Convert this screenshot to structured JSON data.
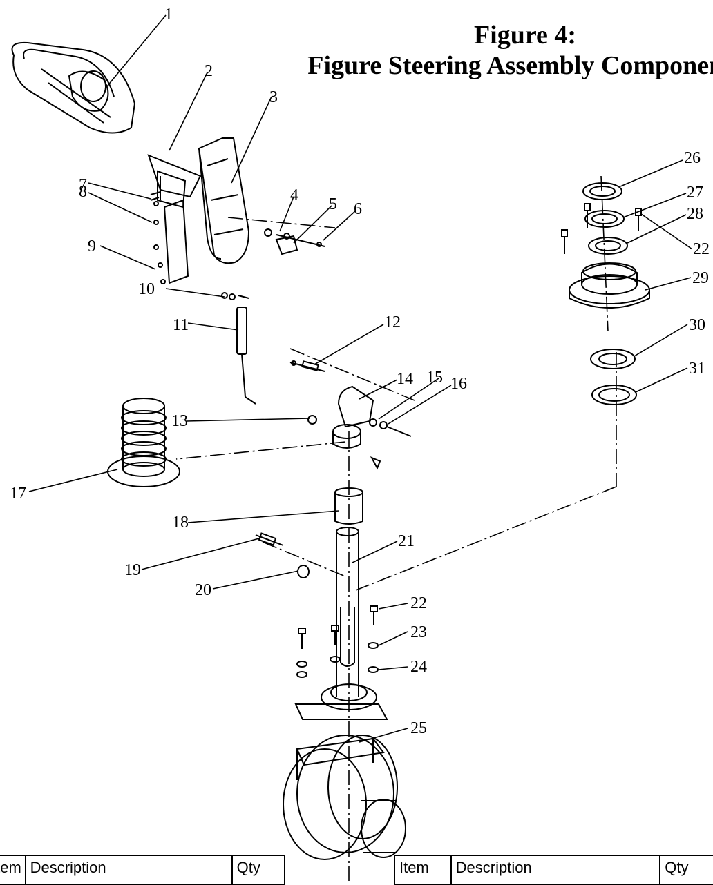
{
  "title": {
    "line1": "Figure 4:",
    "line2": "Figure Steering Assembly Components"
  },
  "callouts": [
    "1",
    "2",
    "3",
    "4",
    "5",
    "6",
    "7",
    "8",
    "9",
    "10",
    "11",
    "12",
    "13",
    "14",
    "15",
    "16",
    "17",
    "18",
    "19",
    "20",
    "21",
    "22",
    "22",
    "23",
    "24",
    "25",
    "26",
    "27",
    "28",
    "29",
    "30",
    "31"
  ],
  "tables": [
    {
      "headers": [
        "Item",
        "Description",
        "Qty"
      ]
    },
    {
      "headers": [
        "Item",
        "Description",
        "Qty"
      ]
    }
  ]
}
